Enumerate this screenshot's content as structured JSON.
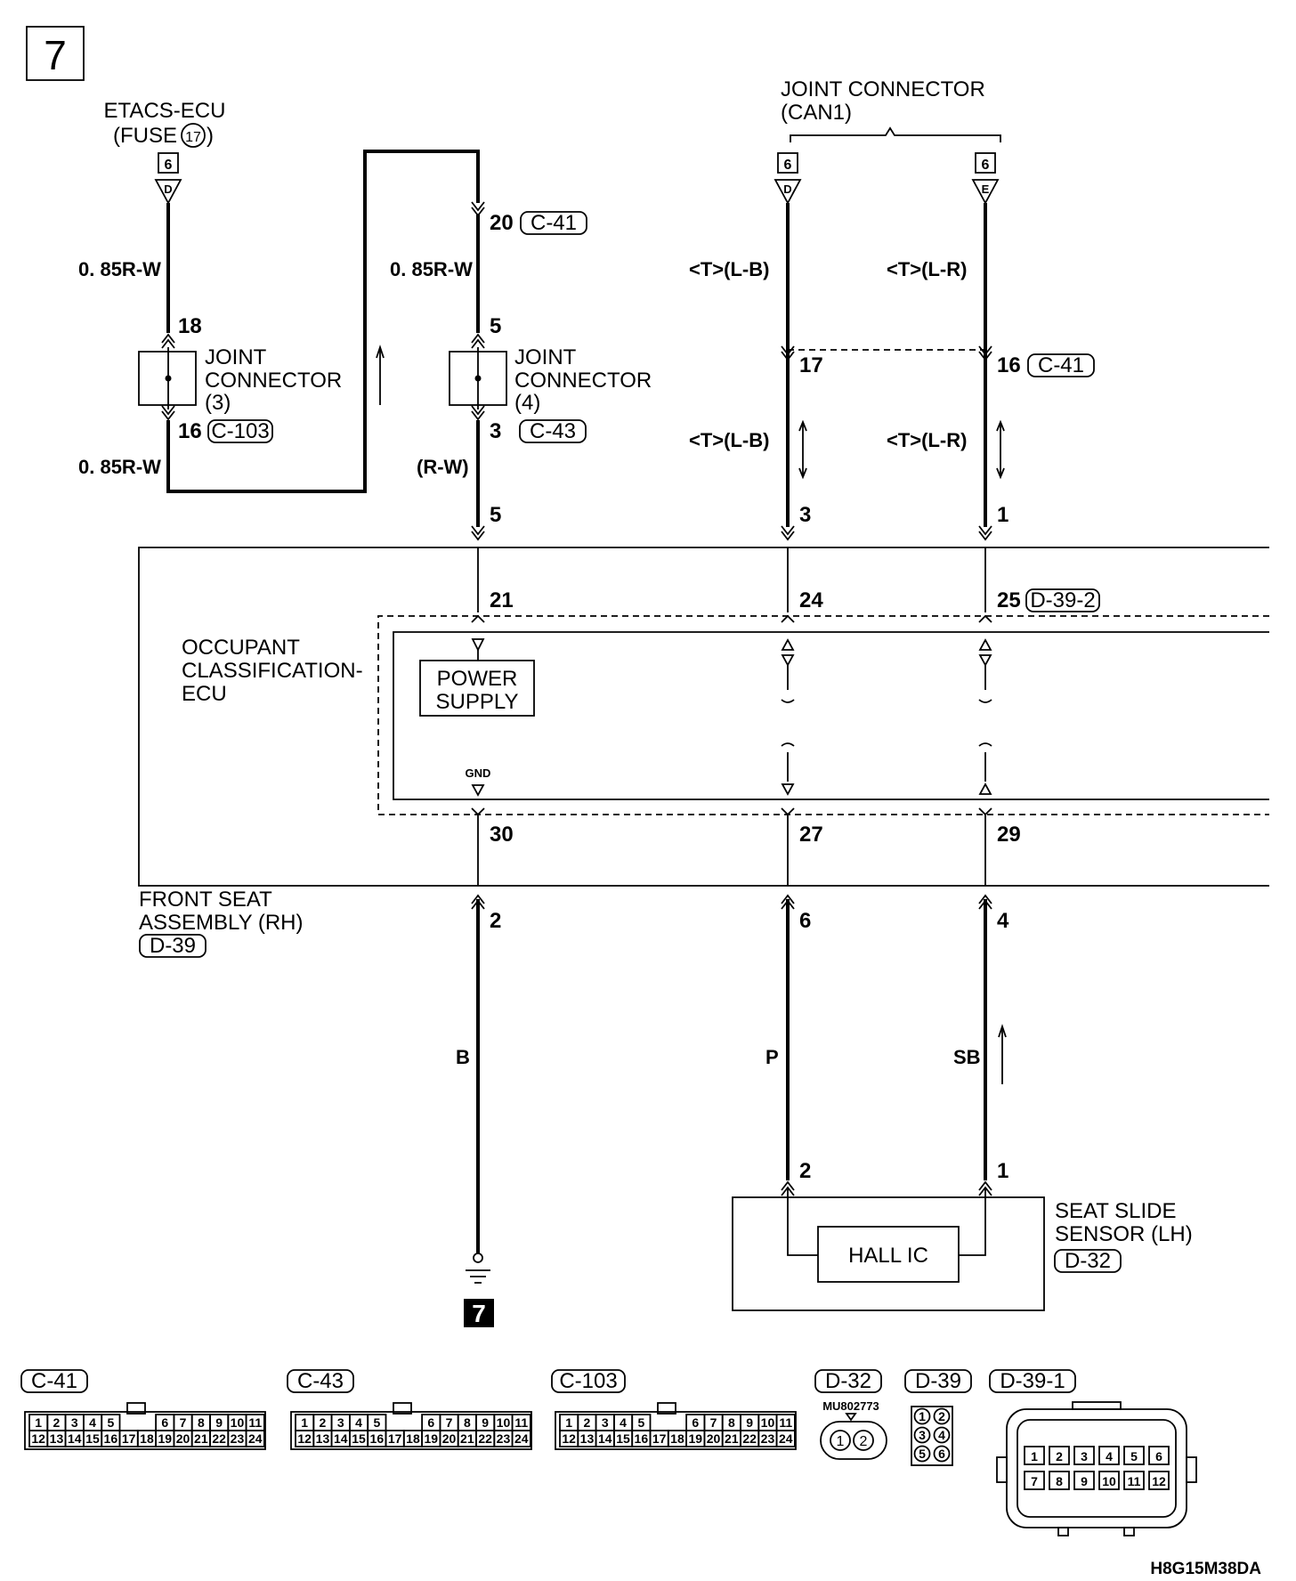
{
  "page_number": "7",
  "etacs": {
    "name": "ETACS-ECU",
    "fuse_prefix": "(FUSE",
    "fuse_number": "17",
    "fuse_suffix": ")",
    "ref": "6",
    "letter": "D"
  },
  "can1": {
    "title1": "JOINT CONNECTOR",
    "title2": "(CAN1)",
    "ref": "6",
    "letter_d": "D",
    "letter_e": "E"
  },
  "wire_085rw": "0. 85R-W",
  "wire_rw": "(R-W)",
  "wire_lb": "<T>(L-B)",
  "wire_lr": "<T>(L-R)",
  "jc3": {
    "line1": "JOINT",
    "line2": "CONNECTOR",
    "line3": "(3)",
    "pin_top": "18",
    "pin_bottom": "16",
    "connector": "C-103"
  },
  "jc4": {
    "line1": "JOINT",
    "line2": "CONNECTOR",
    "line3": "(4)",
    "pin_top": "5",
    "pin_bottom": "3",
    "connector": "C-43"
  },
  "c41_pins": {
    "p20": "20",
    "p17": "17",
    "p16": "16",
    "connector": "C-41"
  },
  "seat_conn": {
    "p5": "5",
    "p3": "3",
    "p1": "1"
  },
  "ecu": {
    "line1": "OCCUPANT",
    "line2": "CLASSIFICATION-",
    "line3": "ECU",
    "pin21": "21",
    "pin24": "24",
    "pin25": "25",
    "conn": "D-39-2",
    "pin30": "30",
    "pin27": "27",
    "pin29": "29",
    "power1": "POWER",
    "power2": "SUPPLY",
    "gnd": "GND"
  },
  "seat_assy": {
    "line1": "FRONT SEAT",
    "line2": "ASSEMBLY (RH)",
    "connector": "D-39",
    "pin2": "2",
    "pin6": "6",
    "pin4": "4"
  },
  "wires_lower": {
    "b": "B",
    "p": "P",
    "sb": "SB"
  },
  "sensor": {
    "line1": "SEAT SLIDE",
    "line2": "SENSOR (LH)",
    "connector": "D-32",
    "pin2": "2",
    "pin1": "1",
    "hall": "HALL IC"
  },
  "ground_ref": "7",
  "connector_views": {
    "c41": "C-41",
    "c43": "C-43",
    "c103": "C-103",
    "d32": "D-32",
    "d39": "D-39",
    "d391": "D-39-1",
    "part_number": "MU802773",
    "row24_top": [
      "1",
      "2",
      "3",
      "4",
      "5",
      "6",
      "7",
      "8",
      "9",
      "10",
      "11"
    ],
    "row24_bottom": [
      "12",
      "13",
      "14",
      "15",
      "16",
      "17",
      "18",
      "19",
      "20",
      "21",
      "22",
      "23",
      "24"
    ],
    "d32_pins": [
      "1",
      "2"
    ],
    "d39_pins": [
      "1",
      "2",
      "3",
      "4",
      "5",
      "6"
    ],
    "d391_top": [
      "1",
      "2",
      "3",
      "4",
      "5",
      "6"
    ],
    "d391_bottom": [
      "7",
      "8",
      "9",
      "10",
      "11",
      "12"
    ]
  },
  "diagram_code": "H8G15M38DA"
}
